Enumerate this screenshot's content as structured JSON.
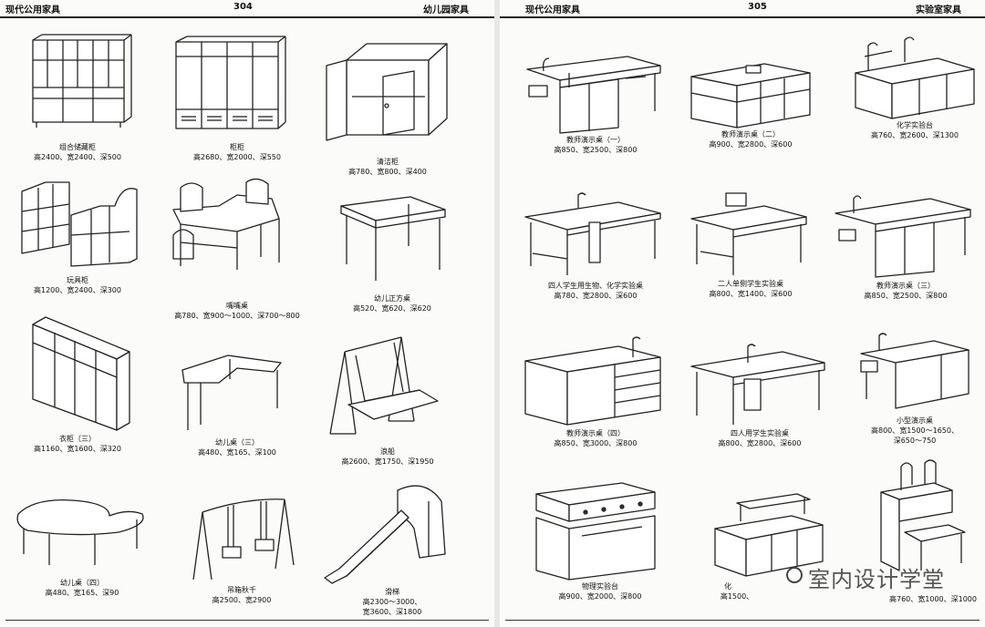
{
  "left_page": {
    "header_left": "现代公用家具",
    "page_number": "304",
    "header_right": "幼儿园家具",
    "items": [
      {
        "name": "组合储藏柜",
        "dims": "高2400、宽2400、深500"
      },
      {
        "name": "柜柜",
        "dims": "高2680、宽2000、深550"
      },
      {
        "name": "清洁柜",
        "dims": "高780、宽800、深400"
      },
      {
        "name": "玩具柜",
        "dims": "高1200、宽2400、深300"
      },
      {
        "name": "嘴嘴桌",
        "dims": "高780、宽900～1000、深700～800"
      },
      {
        "name": "幼儿正方桌",
        "dims": "高520、宽620、深620"
      },
      {
        "name": "衣柜（三）",
        "dims": "高1160、宽1600、深320"
      },
      {
        "name": "幼儿桌（三）",
        "dims": "高480、宽165、深100"
      },
      {
        "name": "浪船",
        "dims": "高2600、宽1750、深1950"
      },
      {
        "name": "幼儿桌（四）",
        "dims": "高480、宽165、深90"
      },
      {
        "name": "吊箱秋千",
        "dims": "高2500、宽2900"
      },
      {
        "name": "滑梯",
        "dims": "高2300～3000、",
        "dims2": "宽3600、深1800"
      }
    ]
  },
  "right_page": {
    "header_left": "现代公用家具",
    "page_number": "305",
    "header_right": "实验室家具",
    "items": [
      {
        "name": "教师演示桌（一）",
        "dims": "高850、宽2500、深800"
      },
      {
        "name": "教师演示桌（二）",
        "dims": "高900、宽2800、深600"
      },
      {
        "name": "化学实验台",
        "dims": "高760、宽2600、深1300"
      },
      {
        "name": "四人学生用生物、化学实验桌",
        "dims": "高780、宽2800、深600"
      },
      {
        "name": "二人单侧学生实验桌",
        "dims": "高800、宽1400、深600"
      },
      {
        "name": "教师演示桌（三）",
        "dims": "高850、宽2500、深800"
      },
      {
        "name": "教师演示桌（四）",
        "dims": "高850、宽3000、深800"
      },
      {
        "name": "四人用学生实验桌",
        "dims": "高800、宽2800、深600"
      },
      {
        "name": "小型演示桌",
        "dims": "高800、宽1500～1650、",
        "dims2": "深650～750"
      },
      {
        "name": "物理实验台",
        "dims": "高900、宽2000、深800"
      },
      {
        "name": "化",
        "dims": "高1500、"
      },
      {
        "name": "",
        "dims": "高760、宽1000、深1000"
      }
    ]
  },
  "watermark": {
    "text": "室内设计学堂",
    "icon": "chat-bubble-icon"
  }
}
